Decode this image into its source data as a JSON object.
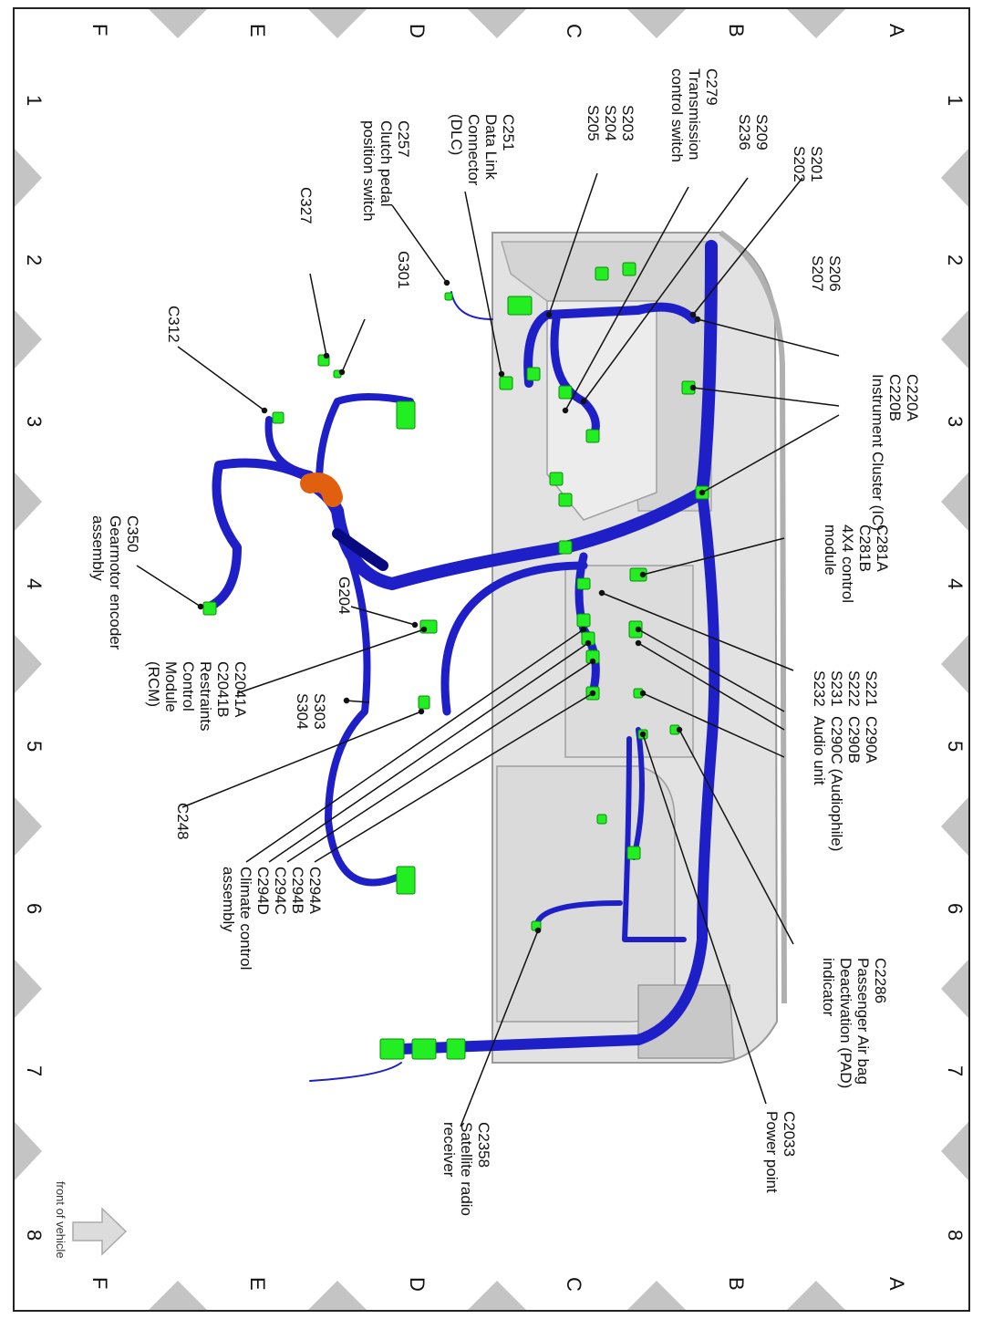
{
  "grid": {
    "row_labels": [
      "A",
      "B",
      "C",
      "D",
      "E",
      "F"
    ],
    "column_labels": [
      "1",
      "2",
      "3",
      "4",
      "5",
      "6",
      "7",
      "8"
    ]
  },
  "callouts": [
    {
      "id": "s201",
      "lines": [
        "S201",
        "S202"
      ]
    },
    {
      "id": "s209",
      "lines": [
        "S209",
        "S236"
      ]
    },
    {
      "id": "c279",
      "lines": [
        "C279",
        "Transmission",
        "control switch"
      ]
    },
    {
      "id": "s203",
      "lines": [
        "S203",
        "S204",
        "S205"
      ]
    },
    {
      "id": "c251",
      "lines": [
        "C251",
        "Data Link",
        "Connector",
        "(DLC)"
      ]
    },
    {
      "id": "c257",
      "lines": [
        "C257",
        "Clutch pedal",
        "position switch"
      ]
    },
    {
      "id": "c327",
      "lines": [
        "C327"
      ]
    },
    {
      "id": "g301",
      "lines": [
        "G301"
      ]
    },
    {
      "id": "c312",
      "lines": [
        "C312"
      ]
    },
    {
      "id": "c350",
      "lines": [
        "C350",
        "Gearmotor encoder",
        "assembly"
      ]
    },
    {
      "id": "g204",
      "lines": [
        "G204"
      ]
    },
    {
      "id": "s206",
      "lines": [
        "S206",
        "S207"
      ]
    },
    {
      "id": "c220",
      "lines": [
        "C220A",
        "C220B",
        "Instrument Cluster (IC)"
      ]
    },
    {
      "id": "c281",
      "lines": [
        "C281A",
        "C281B",
        "4X4 control",
        "module"
      ]
    },
    {
      "id": "s221",
      "lines": [
        "S221",
        "S222",
        "S231",
        "S232"
      ]
    },
    {
      "id": "c290",
      "lines": [
        "C290A",
        "C290B",
        "C290C (Audiophile)",
        "Audio unit"
      ]
    },
    {
      "id": "c2041",
      "lines": [
        "C2041A",
        "C2041B",
        "Restraints",
        "Control",
        "Module",
        "(RCM)"
      ]
    },
    {
      "id": "s303",
      "lines": [
        "S303",
        "S304"
      ]
    },
    {
      "id": "c248",
      "lines": [
        "C248"
      ]
    },
    {
      "id": "c294",
      "lines": [
        "C294A",
        "C294B",
        "C294C",
        "C294D",
        "Climate control",
        "assembly"
      ]
    },
    {
      "id": "c2286",
      "lines": [
        "C2286",
        "Passenger Air bag",
        "Deactivation (PAD)",
        "indicator"
      ]
    },
    {
      "id": "c2033",
      "lines": [
        "C2033",
        "Power point"
      ]
    },
    {
      "id": "c2358",
      "lines": [
        "C2358",
        "Satellite radio",
        "receiver"
      ]
    }
  ],
  "front_of_vehicle": "front of vehicle",
  "colors": {
    "harness": "#1f1fc8",
    "harness_dark": "#0a0a80",
    "connector": "#22ee22",
    "grommet": "#e06010",
    "panel": "#e2e2e2",
    "panel_edge": "#9a9a9a",
    "border_triangle": "#c4c4c4"
  }
}
